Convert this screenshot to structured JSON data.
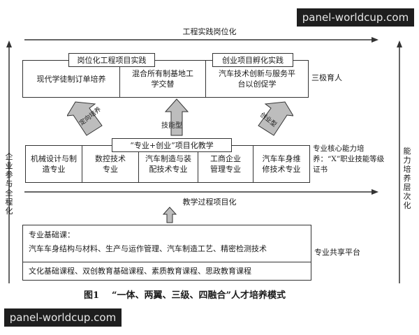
{
  "watermark": "panel-worldcup.com",
  "top_practice": "工程实践岗位化",
  "practice_tags": [
    "岗位化工程项目实践",
    "创业项目孵化实践"
  ],
  "practice_cells": [
    "现代学徒制订单培养",
    "混合所有制基地工学交替",
    "汽车技术创新与服务平台以创促学"
  ],
  "three_level": "三极育人",
  "arrows": [
    "定向培养",
    "技能型",
    "创业型"
  ],
  "teaching_tag": "“专业+创业”项目化教学",
  "majors": [
    "机械设计与制造专业",
    "数控技术专业",
    "汽车制造与装配技术专业",
    "工商企业管理专业",
    "汽车车身维修技术专业"
  ],
  "core_ability": "专业核心能力培养：“X”职业技能等级证书",
  "process": "教学过程项目化",
  "foundation_title": "专业基础课：",
  "foundation_courses": "汽车车身结构与材料、生产与运作管理、汽车制造工艺、精密检测技术",
  "general_courses": "文化基础课程、双创教育基础课程、素质教育课程、思政教育课程",
  "shared_platform": "专业共享平台",
  "left_side": "企业参与全程化",
  "right_side": "能力培养层次化",
  "caption_num": "图1",
  "caption_text": "“一体、两翼、三级、四融合”人才培养模式"
}
